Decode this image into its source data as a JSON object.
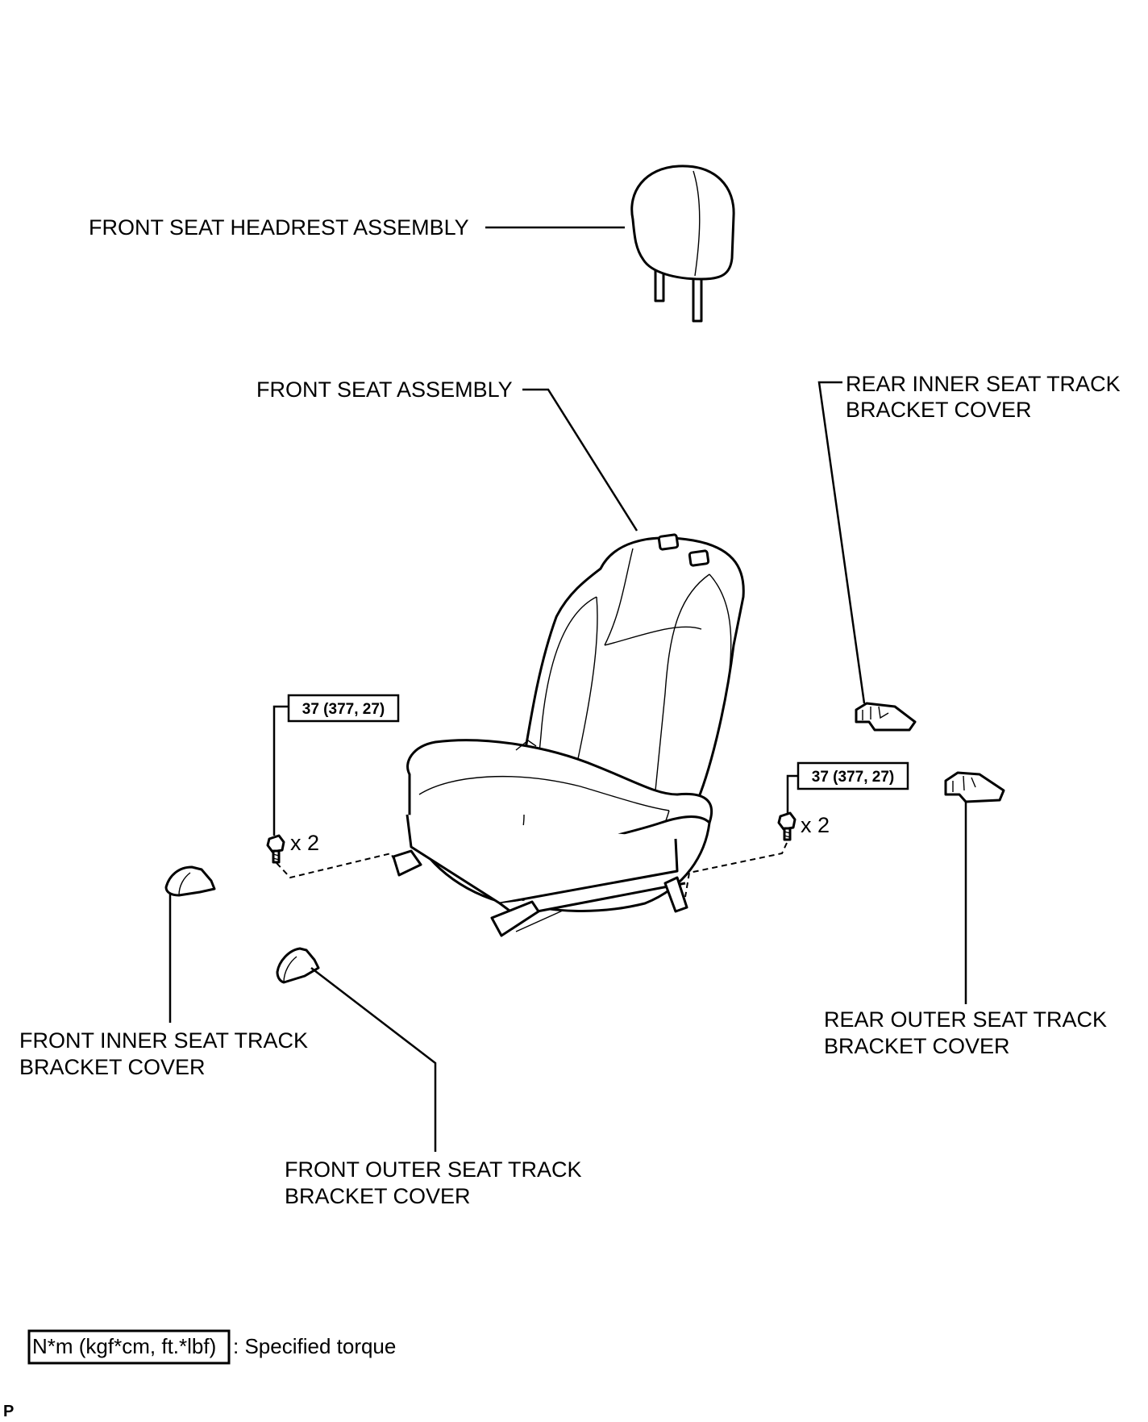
{
  "labels": {
    "headrest": "FRONT SEAT HEADREST ASSEMBLY",
    "seat": "FRONT SEAT ASSEMBLY",
    "rear_inner_1": "REAR INNER SEAT TRACK",
    "rear_inner_2": "BRACKET COVER",
    "rear_outer_1": "REAR OUTER SEAT TRACK",
    "rear_outer_2": "BRACKET COVER",
    "front_inner_1": "FRONT INNER SEAT TRACK",
    "front_inner_2": "BRACKET COVER",
    "front_outer_1": "FRONT OUTER SEAT TRACK",
    "front_outer_2": "BRACKET COVER"
  },
  "torque_specs": {
    "left": "37 (377, 27)",
    "right": "37 (377, 27)"
  },
  "bolt_quantities": {
    "left": "x 2",
    "right": "x 2"
  },
  "legend": {
    "unit_box": "N*m (kgf*cm, ft.*lbf)",
    "description": ": Specified torque"
  },
  "footer_code": "P"
}
